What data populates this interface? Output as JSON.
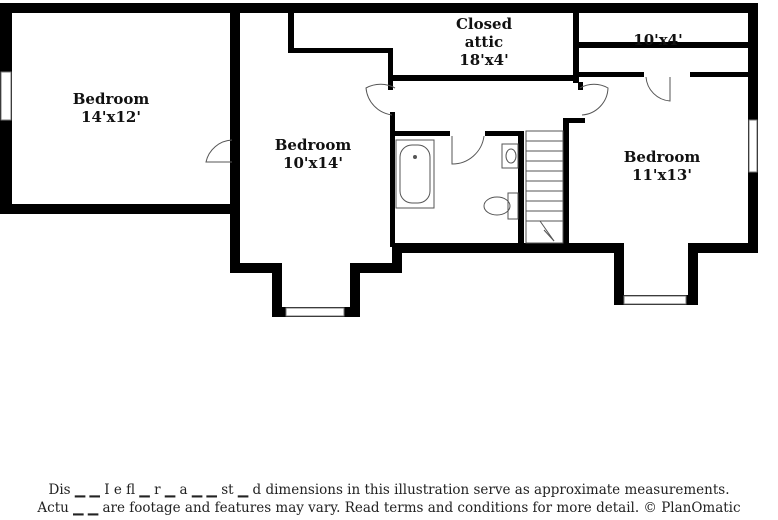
{
  "rooms": [
    {
      "name": "Bedroom",
      "size": "14'x12'"
    },
    {
      "name": "Bedroom",
      "size": "10'x14'"
    },
    {
      "name": "Closed",
      "name2": "attic",
      "size": "18'x4'"
    },
    {
      "name": "",
      "size": "10'x4'"
    },
    {
      "name": "Bedroom",
      "size": "11'x13'"
    }
  ],
  "disclaimer": {
    "line1": "Dis  ▁  ▁  I  e fl  ▁ r  ▁ a  ▁  ▁ st  ▁ d dimensions in this illustration serve as approximate measurements.",
    "line2": "Actu  ▁  ▁  are footage and features may vary. Read terms and conditions for more detail. © PlanOmatic"
  },
  "colors": {
    "wall": "#000000",
    "fixture": "#555555",
    "window": "#777777"
  }
}
